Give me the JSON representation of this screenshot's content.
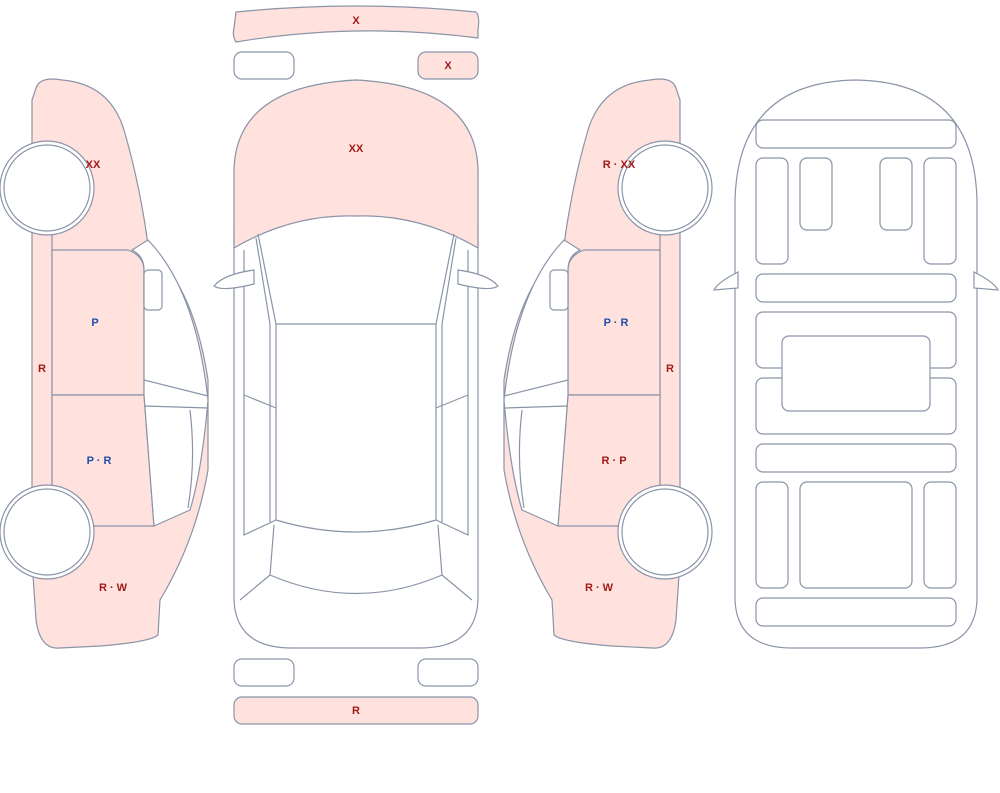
{
  "colors": {
    "damage_fill": "#ffe1de",
    "outline": "#8a94a8",
    "code_red": "#a11a1a",
    "code_blue": "#1f4fa8"
  },
  "parts": {
    "front_bumper": {
      "code": "X",
      "damaged": true
    },
    "left_headlight": {
      "code": "",
      "damaged": false
    },
    "right_headlight": {
      "code": "X",
      "damaged": true
    },
    "hood": {
      "code": "XX",
      "damaged": true
    },
    "left_front_fender": {
      "code": "XX",
      "damaged": true
    },
    "left_rocker": {
      "code": "R",
      "damaged": true
    },
    "left_front_door": {
      "code": "P",
      "damaged": true
    },
    "left_rear_door": {
      "code": "P · R",
      "damaged": true
    },
    "left_rear_quarter": {
      "code": "R · W",
      "damaged": true
    },
    "right_front_fender": {
      "code": "R · XX",
      "damaged": true
    },
    "right_rocker": {
      "code": "R",
      "damaged": true
    },
    "right_front_door": {
      "code": "P · R",
      "damaged": true
    },
    "right_rear_door": {
      "code": "R · P",
      "damaged": true
    },
    "right_rear_quarter": {
      "code": "R · W",
      "damaged": true
    },
    "left_taillight": {
      "code": "",
      "damaged": false
    },
    "right_taillight": {
      "code": "",
      "damaged": false
    },
    "rear_bumper": {
      "code": "R",
      "damaged": true
    }
  }
}
